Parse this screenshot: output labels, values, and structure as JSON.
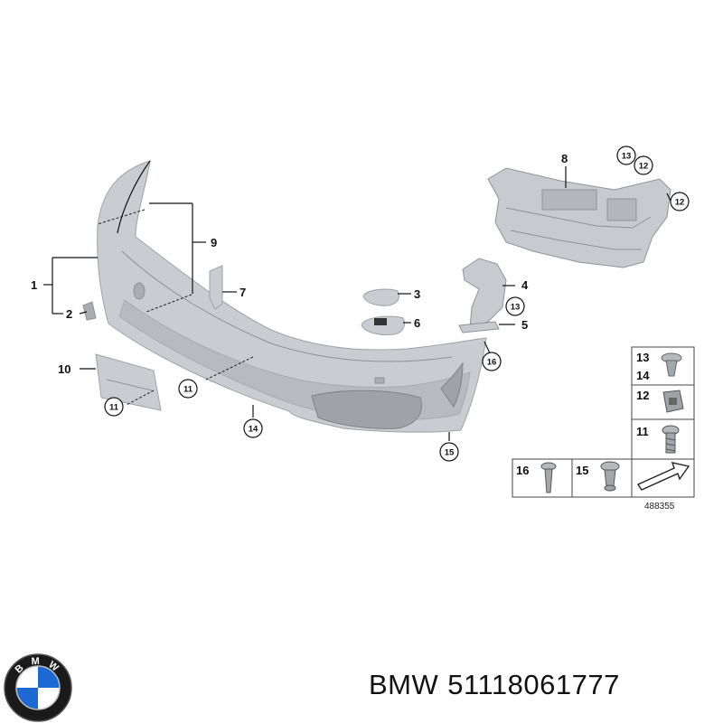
{
  "callouts": {
    "c1": "1",
    "c2": "2",
    "c3": "3",
    "c4": "4",
    "c5": "5",
    "c6": "6",
    "c7": "7",
    "c8": "8",
    "c9": "9",
    "c10": "10",
    "c11a": "11",
    "c11b": "11",
    "c12a": "12",
    "c12b": "12",
    "c13a": "13",
    "c13b": "13",
    "c14": "14",
    "c15": "15",
    "c16": "16"
  },
  "legend": {
    "l13": "13",
    "l14": "14",
    "l12": "12",
    "l11": "11",
    "l16": "16",
    "l15": "15"
  },
  "reference_number": "488355",
  "caption": {
    "brand": "BMW",
    "part_number": "51118061777"
  },
  "logo": {
    "letters": "BMW",
    "blue": "#1c69d4",
    "ring": "#1a1a1a"
  },
  "colors": {
    "part_fill": "#c9ccd0",
    "line": "#111111"
  }
}
